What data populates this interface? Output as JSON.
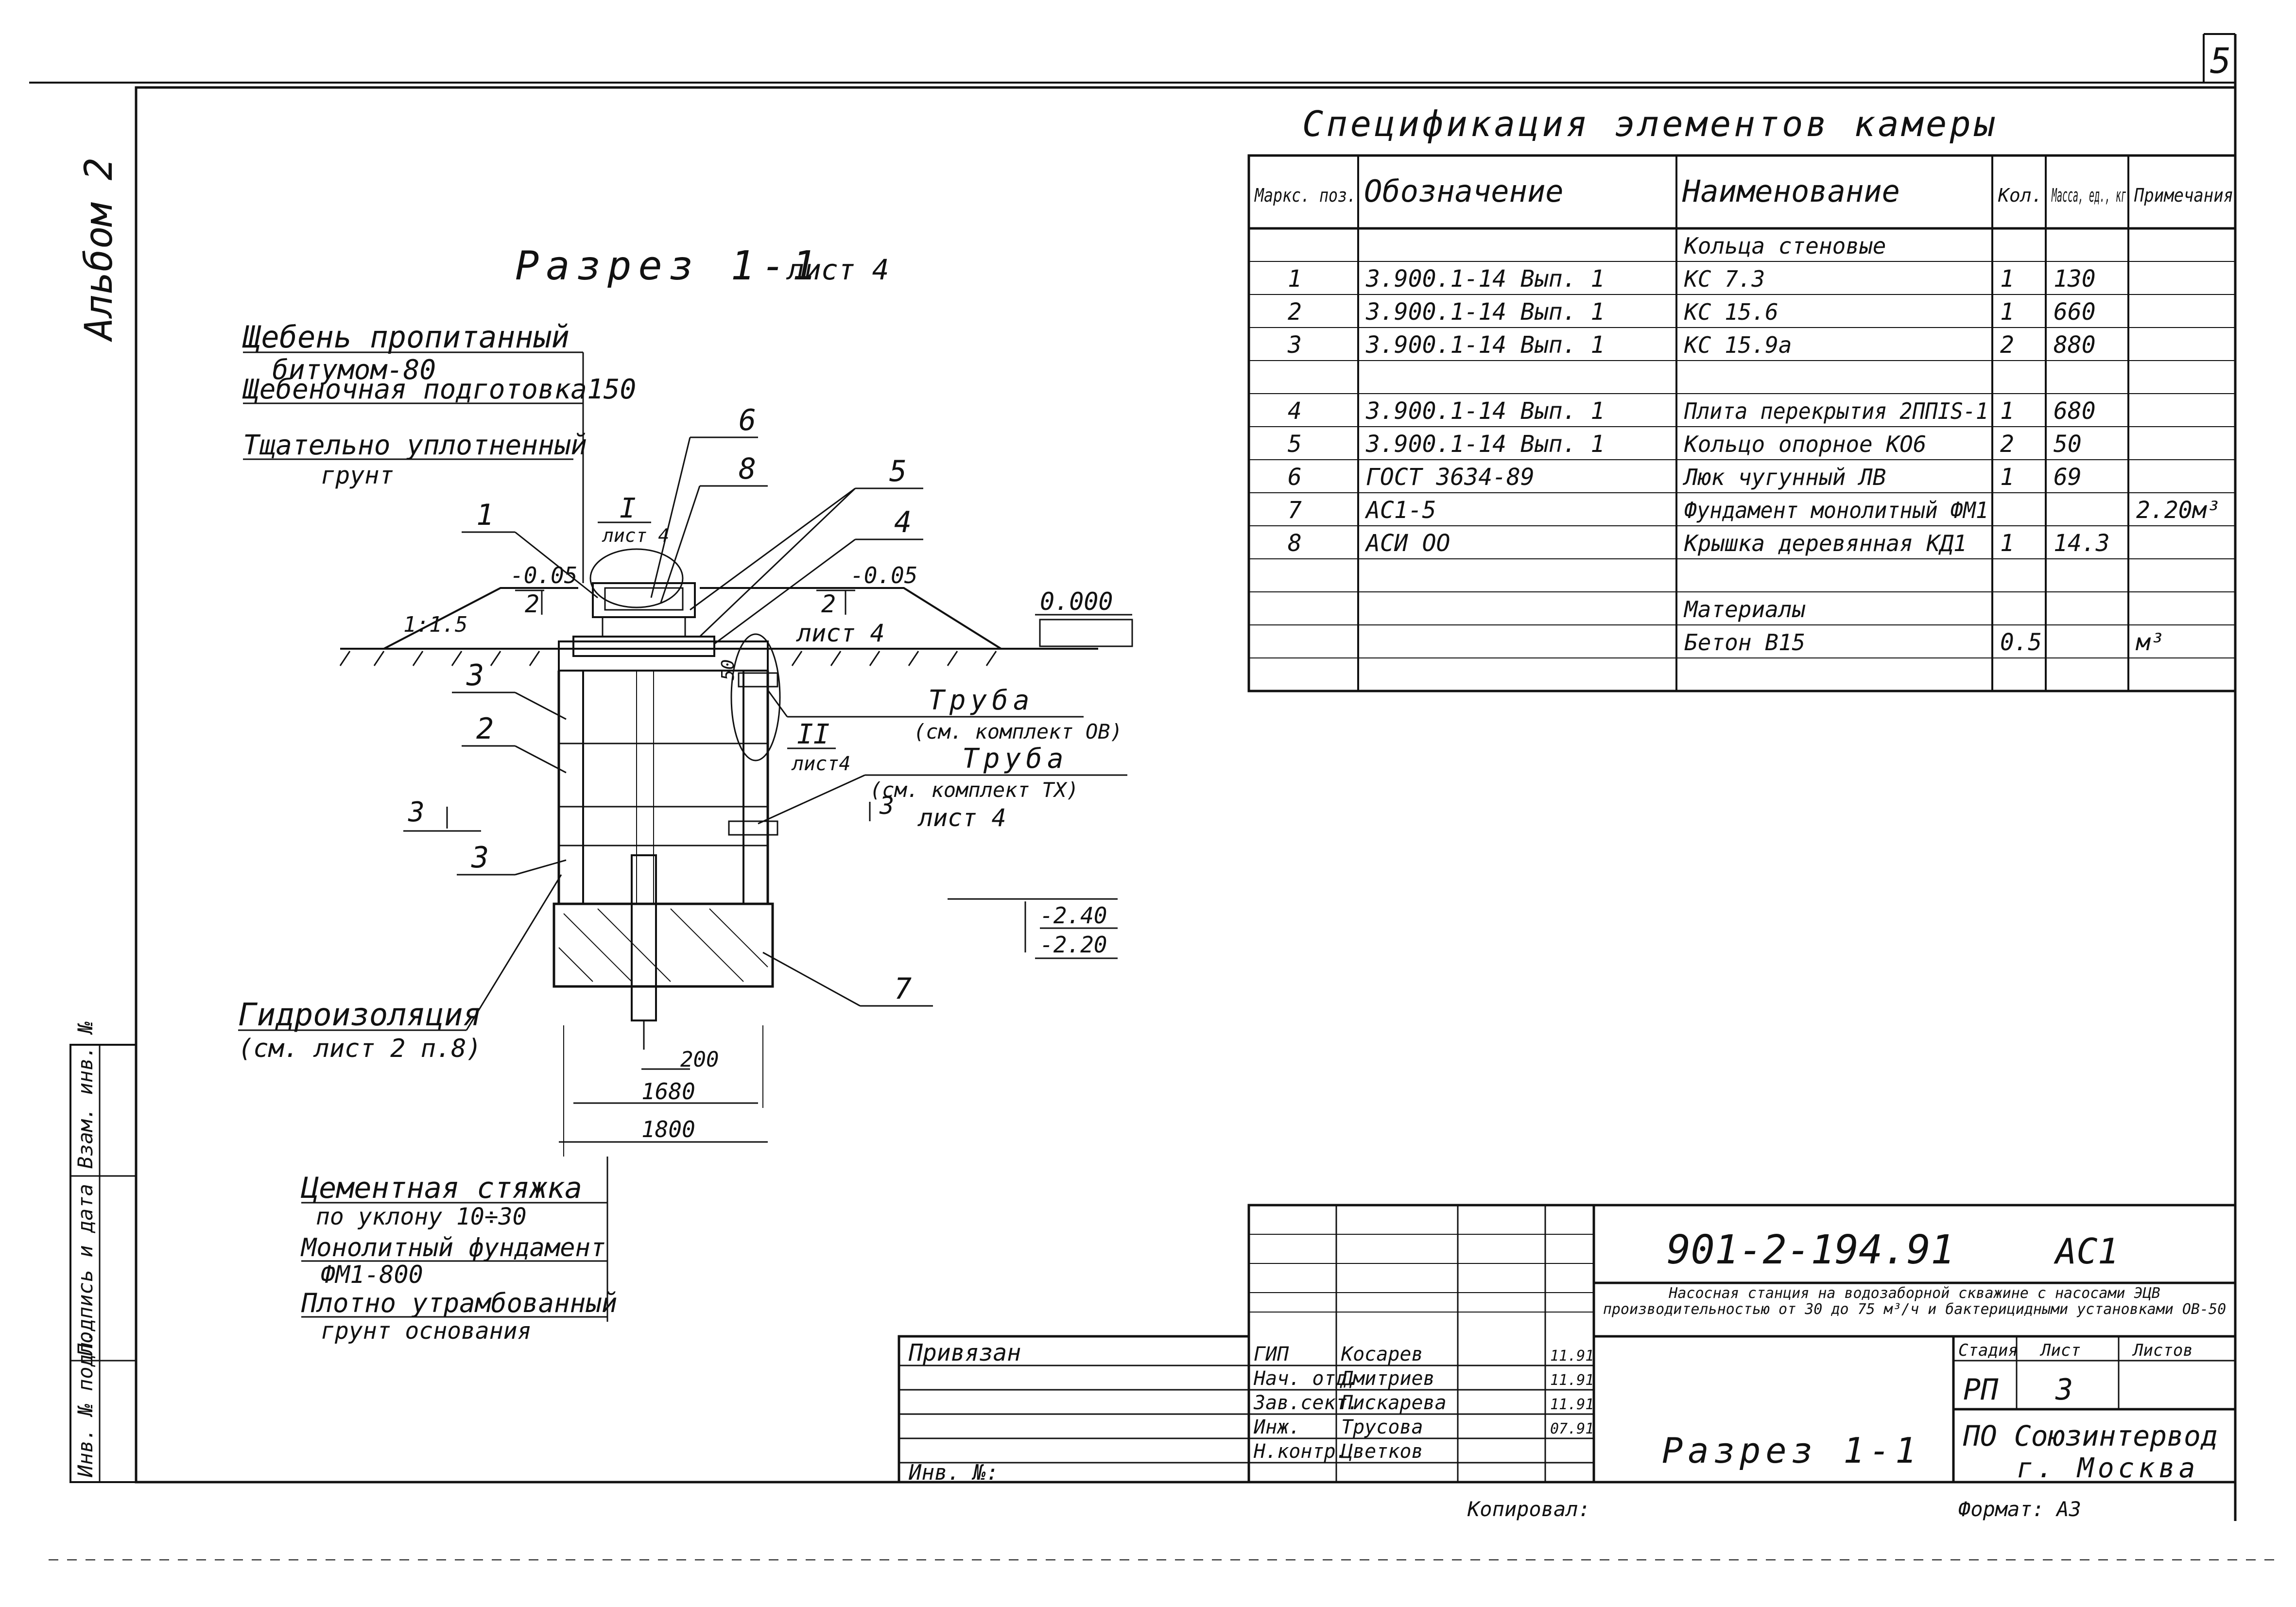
{
  "sheet_number": "5",
  "album_label": "Альбом 2",
  "section": {
    "title": "Разрез 1-1",
    "sheet_ref": "лист 4",
    "notes": {
      "crushed_stone_1": "Щебень пропитанный",
      "crushed_stone_2": "битумом-80",
      "crushed_stone_prep": "Щебеночная подготовка150",
      "compacted_1": "Тщательно уплотненный",
      "compacted_2": "грунт",
      "pipe1": "Труба",
      "pipe1_ref": "(см. комплект ОВ)",
      "pipe2": "Труба",
      "pipe2_ref": "(см. комплект ТХ)",
      "waterproofing": "Гидроизоляция",
      "waterproofing_ref": "(см. лист 2 п.8)",
      "screed": "Цементная стяжка",
      "screed_slope": "по уклону 10÷30",
      "monolithic": "Монолитный фундамент",
      "monolithic_mark": "ФМ1-800",
      "base_1": "Плотно утрамбованный",
      "base_2": "грунт основания"
    },
    "callouts": {
      "node_I": "I",
      "node_I_sheet": "лист 4",
      "node_II": "II",
      "node_II_sheet": "лист4",
      "sec_2a": "2",
      "sec_2b": "2",
      "sec_2b_sheet": "лист 4",
      "sec_3a": "3",
      "sec_3b": "3",
      "sec_3b_sheet": "лист 4",
      "slope": "1:1.5",
      "offset_50": "50",
      "pos": [
        "1",
        "2",
        "3",
        "3",
        "4",
        "5",
        "6",
        "7",
        "8"
      ]
    },
    "levels": {
      "top": "0.000",
      "slope_left": "-0.05",
      "slope_right": "-0.05",
      "bottom1": "-2.40",
      "bottom2": "-2.20"
    },
    "dims": {
      "d1": "200",
      "d2": "1680",
      "d3": "1800"
    }
  },
  "spec": {
    "title": "Спецификация элементов камеры",
    "headers": [
      "Маркс. поз.",
      "Обозначение",
      "Наименование",
      "Кол.",
      "Масса, ед., кг",
      "Примечания"
    ],
    "rows": [
      [
        "",
        "",
        "Кольца стеновые",
        "",
        "",
        ""
      ],
      [
        "1",
        "3.900.1-14 Вып. 1",
        "КС 7.3",
        "1",
        "130",
        ""
      ],
      [
        "2",
        "3.900.1-14 Вып. 1",
        "КС 15.6",
        "1",
        "660",
        ""
      ],
      [
        "3",
        "3.900.1-14 Вып. 1",
        "КС 15.9а",
        "2",
        "880",
        ""
      ],
      [
        "",
        "",
        "",
        "",
        "",
        ""
      ],
      [
        "4",
        "3.900.1-14 Вып. 1",
        "Плита перекрытия 2ППIS-1",
        "1",
        "680",
        ""
      ],
      [
        "5",
        "3.900.1-14 Вып. 1",
        "Кольцо опорное КО6",
        "2",
        "50",
        ""
      ],
      [
        "6",
        "ГОСТ 3634-89",
        "Люк чугунный ЛВ",
        "1",
        "69",
        ""
      ],
      [
        "7",
        "АС1-5",
        "Фундамент монолитный ФМ1",
        "",
        "",
        "2.20м³"
      ],
      [
        "8",
        "АСИ ОО",
        "Крышка деревянная КД1",
        "1",
        "14.3",
        ""
      ],
      [
        "",
        "",
        "",
        "",
        "",
        ""
      ],
      [
        "",
        "",
        "Материалы",
        "",
        "",
        ""
      ],
      [
        "",
        "",
        "Бетон В15",
        "0.5",
        "",
        "м³"
      ],
      [
        "",
        "",
        "",
        "",
        "",
        ""
      ]
    ]
  },
  "title_block": {
    "doc_code": "901-2-194.91",
    "mark": "АС1",
    "description": "Насосная станция на водозаборной скважине с насосами ЭЦВ производительностью от 30 до 75 м³/ч и бактерицидными установками ОВ-50",
    "sheet_title": "Разрез 1-1",
    "stage_header": "Стадия",
    "sheet_header": "Лист",
    "sheets_header": "Листов",
    "stage": "РП",
    "sheet": "3",
    "org": "ПО Союзинтервод",
    "city": "г. Москва",
    "linked": "Привязан",
    "inv_label": "Инв. №:",
    "signatures": [
      {
        "role": "ГИП",
        "name": "Косарев",
        "date": "11.91"
      },
      {
        "role": "Нач. отд.",
        "name": "Дмитриев",
        "date": "11.91"
      },
      {
        "role": "Зав.сект.",
        "name": "Пискарева",
        "date": "11.91"
      },
      {
        "role": "Инж.",
        "name": "Трусова",
        "date": "07.91"
      },
      {
        "role": "Н.контр.",
        "name": "Цветков",
        "date": ""
      }
    ],
    "copied": "Копировал:",
    "format": "Формат: А3"
  },
  "margin_stamp": {
    "inv_podl": "Инв. № подл.",
    "sign_date": "Подпись и дата",
    "vzam": "Взам. инв. №"
  }
}
